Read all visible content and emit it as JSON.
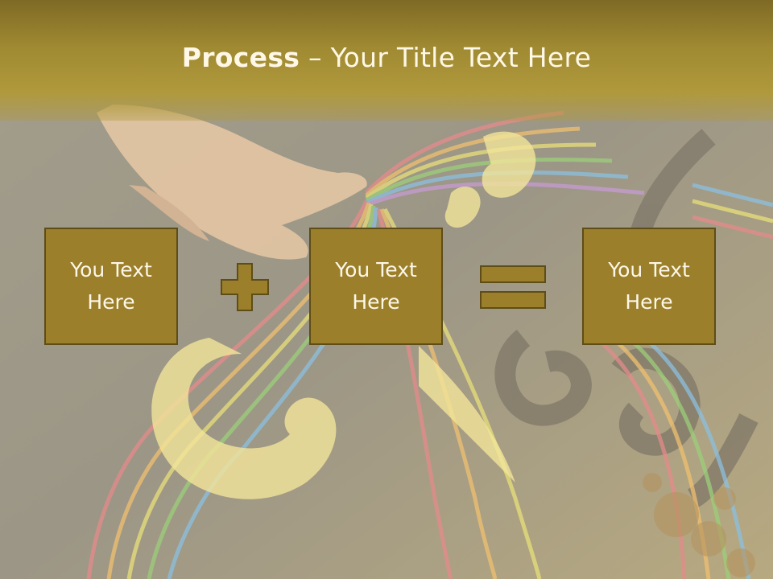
{
  "slide": {
    "title_bold": "Process",
    "title_rest": " – Your Title Text Here",
    "boxes": [
      {
        "text": "You Text\nHere"
      },
      {
        "text": "You Text\nHere"
      },
      {
        "text": "You Text\nHere"
      }
    ],
    "operators": [
      "plus-icon",
      "equals-icon"
    ],
    "colors": {
      "title_bar": "#a08a32",
      "box_fill": "#9b7f2b",
      "box_border": "#5e4d17",
      "text": "#fdf7e8"
    }
  }
}
